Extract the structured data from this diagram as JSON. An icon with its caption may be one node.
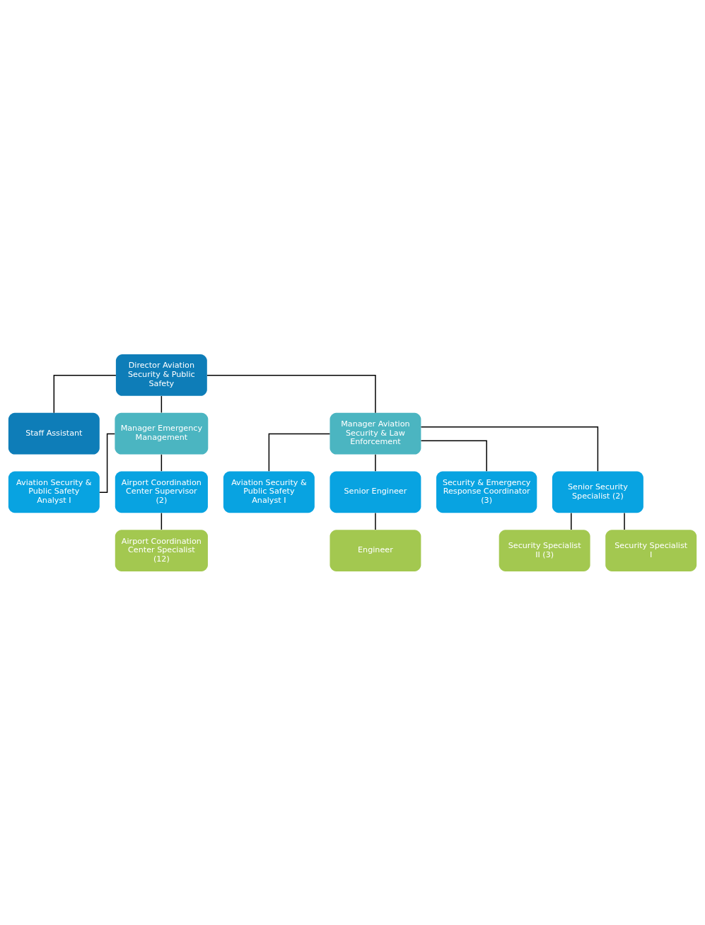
{
  "diagram": {
    "nodes": [
      {
        "text": [
          "Director Aviation Security & Public Safety"
        ]
      },
      {
        "text": [
          "Staff Assistant"
        ]
      },
      {
        "text": [
          "Manager Emergency Management"
        ]
      },
      {
        "text": [
          "Manager Aviation Security & Law Enforcement"
        ]
      },
      {
        "text": [
          "Aviation Security & Public Safety Analyst I"
        ]
      },
      {
        "text": [
          "Airport Coordination Center Supervisor (2)"
        ]
      },
      {
        "text": [
          "Airport Coordination Center Specialist (12)"
        ]
      },
      {
        "text": [
          "Aviation Security & Public Safety Analyst I"
        ]
      },
      {
        "text": [
          "Senior Engineer"
        ]
      },
      {
        "text": [
          "Security & Emergency Response Coordinator (3)"
        ]
      },
      {
        "text": [
          "Engineer"
        ]
      },
      {
        "text": [
          "Senior Security Specialist (2)"
        ]
      },
      {
        "text": [
          "Security Specialist II (3)"
        ]
      },
      {
        "text": [
          "Security Specialist I"
        ]
      }
    ],
    "edges": [
      {
        "from": 0,
        "to": 1,
        "arrow": "none"
      },
      {
        "from": 0,
        "to": 2,
        "arrow": "none"
      },
      {
        "from": 0,
        "to": 3,
        "arrow": "none"
      },
      {
        "from": 2,
        "to": 4,
        "arrow": "none"
      },
      {
        "from": 2,
        "to": 5,
        "arrow": "none"
      },
      {
        "from": 5,
        "to": 6,
        "arrow": "none"
      },
      {
        "from": 3,
        "to": 7,
        "arrow": "none"
      },
      {
        "from": 3,
        "to": 8,
        "arrow": "none"
      },
      {
        "from": 3,
        "to": 9,
        "arrow": "none"
      },
      {
        "from": 3,
        "to": 11,
        "arrow": "none"
      },
      {
        "from": 8,
        "to": 10,
        "arrow": "none"
      },
      {
        "from": 11,
        "to": 12,
        "arrow": "none"
      },
      {
        "from": 11,
        "to": 13,
        "arrow": "none"
      }
    ]
  }
}
